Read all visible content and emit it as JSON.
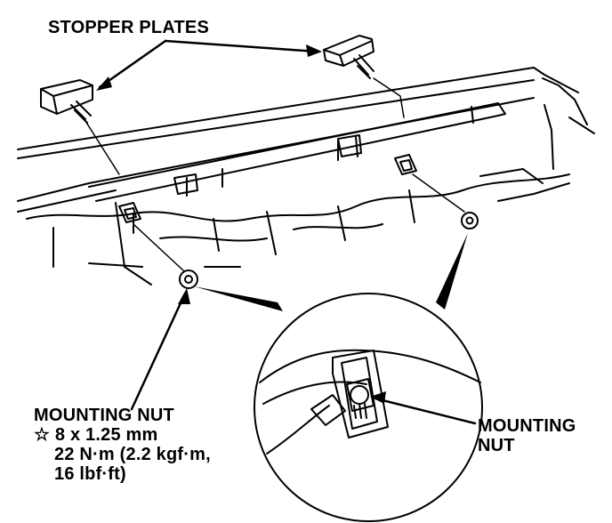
{
  "labels": {
    "stopper_plates": "STOPPER PLATES",
    "mounting_nut_left": {
      "title": "MOUNTING NUT",
      "spec_size": "☆ 8 x 1.25 mm",
      "torque_line1": "22 N·m (2.2 kgf·m,",
      "torque_line2": "16 lbf·ft)"
    },
    "mounting_nut_right": {
      "line1": "MOUNTING",
      "line2": "NUT"
    }
  },
  "colors": {
    "ink": "#000000",
    "paper": "#ffffff"
  }
}
